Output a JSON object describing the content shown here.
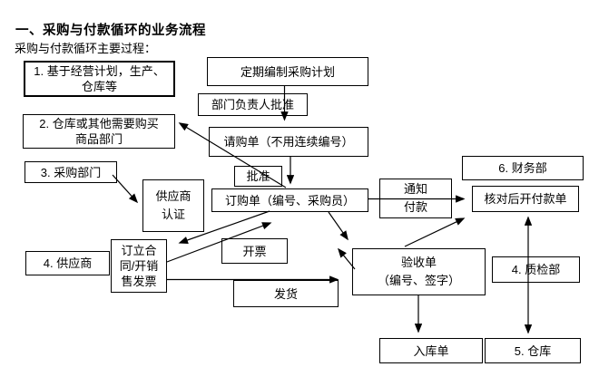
{
  "title": "一、采购与付款循环的业务流程",
  "subtitle": "采购与付款循环主要过程：",
  "nodes": {
    "plan_basis": {
      "lines": [
        "1. 基于经营计划，生产、",
        "仓库等"
      ]
    },
    "make_plan": {
      "lines": [
        "定期编制采购计划"
      ]
    },
    "dept_head_approve": {
      "lines": [
        "部门负责人批准"
      ]
    },
    "request_dept": {
      "lines": [
        "2. 仓库或其他需要购买",
        "商品部门"
      ]
    },
    "purchase_requisition": {
      "lines": [
        "请购单（不用连续编号）"
      ]
    },
    "purchasing_dept": {
      "lines": [
        "3. 采购部门"
      ]
    },
    "approve": {
      "lines": [
        "批准"
      ]
    },
    "purchase_order": {
      "lines": [
        "订购单（编号、采购员）"
      ]
    },
    "supplier_certification": {
      "lines": [
        "供应商",
        "认证"
      ]
    },
    "notify_payment": {
      "lines": [
        "通知",
        "付款"
      ]
    },
    "finance_dept": {
      "lines": [
        "6. 财务部"
      ]
    },
    "issue_payment": {
      "lines": [
        "核对后开付款单"
      ]
    },
    "contract_invoice": {
      "lines": [
        "订立合",
        "同/开销",
        "售发票"
      ]
    },
    "invoice": {
      "lines": [
        "开票"
      ]
    },
    "supplier": {
      "lines": [
        "4. 供应商"
      ]
    },
    "acceptance": {
      "lines": [
        "验收单",
        "（编号、签字）"
      ]
    },
    "qc_dept": {
      "lines": [
        "4. 质检部"
      ]
    },
    "ship": {
      "lines": [
        "发货"
      ]
    },
    "warehouse_receipt": {
      "lines": [
        "入库单"
      ]
    },
    "warehouse": {
      "lines": [
        "5. 仓库"
      ]
    }
  }
}
